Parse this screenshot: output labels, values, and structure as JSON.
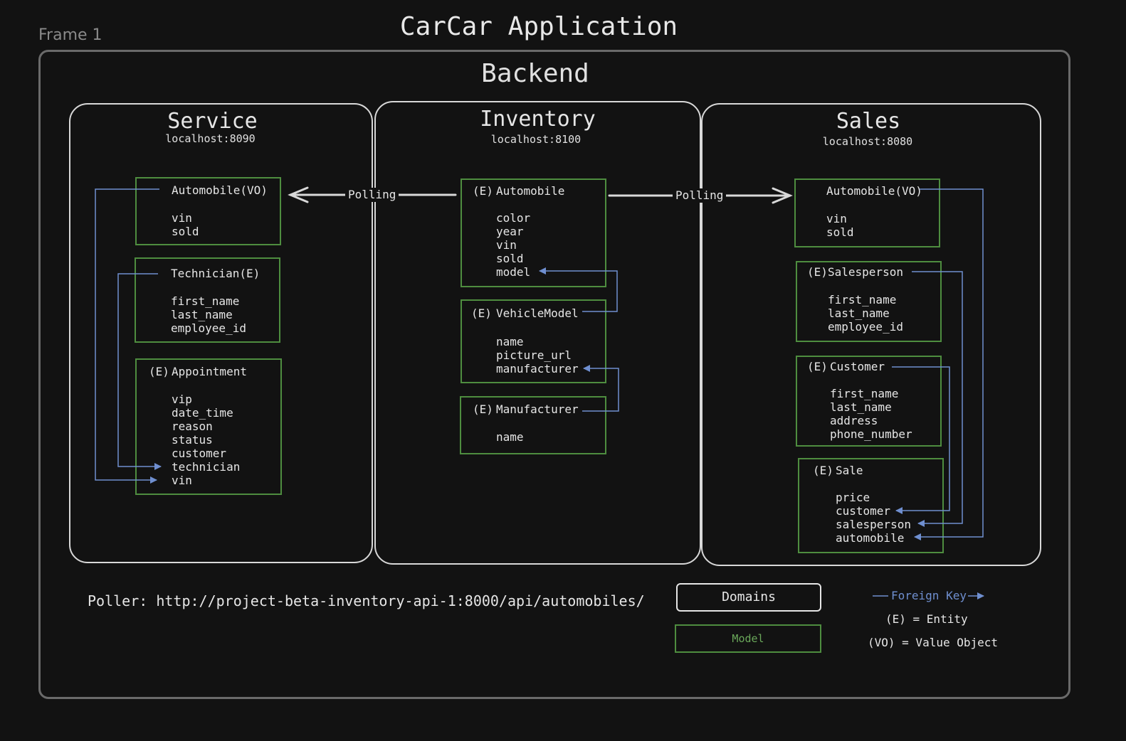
{
  "frame_label": "Frame 1",
  "title": "CarCar Application",
  "backend_title": "Backend",
  "domains": {
    "service": {
      "title": "Service",
      "host": "localhost:8090"
    },
    "inventory": {
      "title": "Inventory",
      "host": "localhost:8100"
    },
    "sales": {
      "title": "Sales",
      "host": "localhost:8080"
    }
  },
  "models": {
    "service_automobile": {
      "tag": "",
      "name": "Automobile(VO)",
      "fields": [
        "vin",
        "sold"
      ]
    },
    "service_technician": {
      "tag": "",
      "name": "Technician(E)",
      "fields": [
        "first_name",
        "last_name",
        "employee_id"
      ]
    },
    "service_appointment": {
      "tag": "(E)",
      "name": "Appointment",
      "fields": [
        "vip",
        "date_time",
        "reason",
        "status",
        "customer",
        "technician",
        "vin"
      ]
    },
    "inv_automobile": {
      "tag": "(E)",
      "name": "Automobile",
      "fields": [
        "color",
        "year",
        "vin",
        "sold",
        "model"
      ]
    },
    "inv_vehiclemodel": {
      "tag": "(E)",
      "name": "VehicleModel",
      "fields": [
        "name",
        "picture_url",
        "manufacturer"
      ]
    },
    "inv_manufacturer": {
      "tag": "(E)",
      "name": "Manufacturer",
      "fields": [
        "name"
      ]
    },
    "sales_automobile": {
      "tag": "",
      "name": "Automobile(VO)",
      "fields": [
        "vin",
        "sold"
      ]
    },
    "sales_salesperson": {
      "tag": "(E)",
      "name": "Salesperson",
      "fields": [
        "first_name",
        "last_name",
        "employee_id"
      ]
    },
    "sales_customer": {
      "tag": "(E)",
      "name": "Customer",
      "fields": [
        "first_name",
        "last_name",
        "address",
        "phone_number"
      ]
    },
    "sales_sale": {
      "tag": "(E)",
      "name": "Sale",
      "fields": [
        "price",
        "customer",
        "salesperson",
        "automobile"
      ]
    }
  },
  "polling_left": "Polling",
  "polling_right": "Polling",
  "poller": "Poller: http://project-beta-inventory-api-1:8000/api/automobiles/",
  "legend": {
    "domains": "Domains",
    "model": "Model",
    "foreign_key": "Foreign Key",
    "entity": "(E) = Entity",
    "value_object": "(VO) = Value Object"
  },
  "colors": {
    "background": "#121212",
    "model_border": "#4e8d3f",
    "foreign_key": "#6f8fd0",
    "domain_border": "#d8d8d8"
  }
}
